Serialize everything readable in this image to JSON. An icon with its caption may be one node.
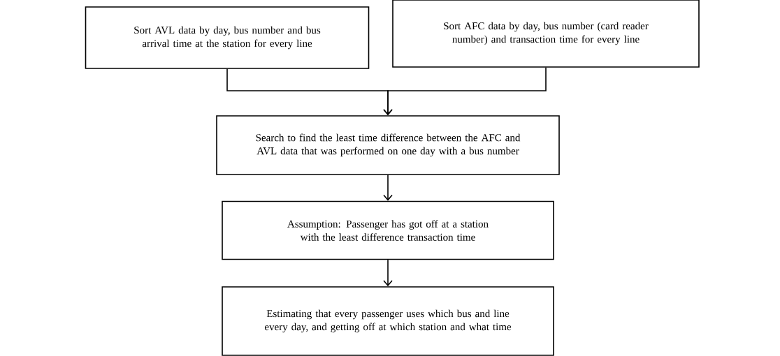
{
  "diagram": {
    "nodes": [
      {
        "text": [
          "Sort AVL data by day, bus number and bus arrival time at the station for every line"
        ]
      },
      {
        "text": [
          "Sort AFC data by day, bus number (card reader number) and transaction time for every line"
        ]
      },
      {
        "text": [
          "Search to find the least time difference between the AFC and AVL data that was performed on one day with a bus number"
        ]
      },
      {
        "text": [
          "Assumption: Passenger has got off at a station with the least difference transaction time"
        ]
      },
      {
        "text": [
          "Estimating that every passenger uses which bus and line every day, and getting off at which station and what time"
        ]
      }
    ],
    "edges": [
      {
        "from": 0,
        "to": 2,
        "arrow": "to"
      },
      {
        "from": 1,
        "to": 2,
        "arrow": "to"
      },
      {
        "from": 2,
        "to": 3,
        "arrow": "to"
      },
      {
        "from": 3,
        "to": 4,
        "arrow": "to"
      }
    ]
  }
}
